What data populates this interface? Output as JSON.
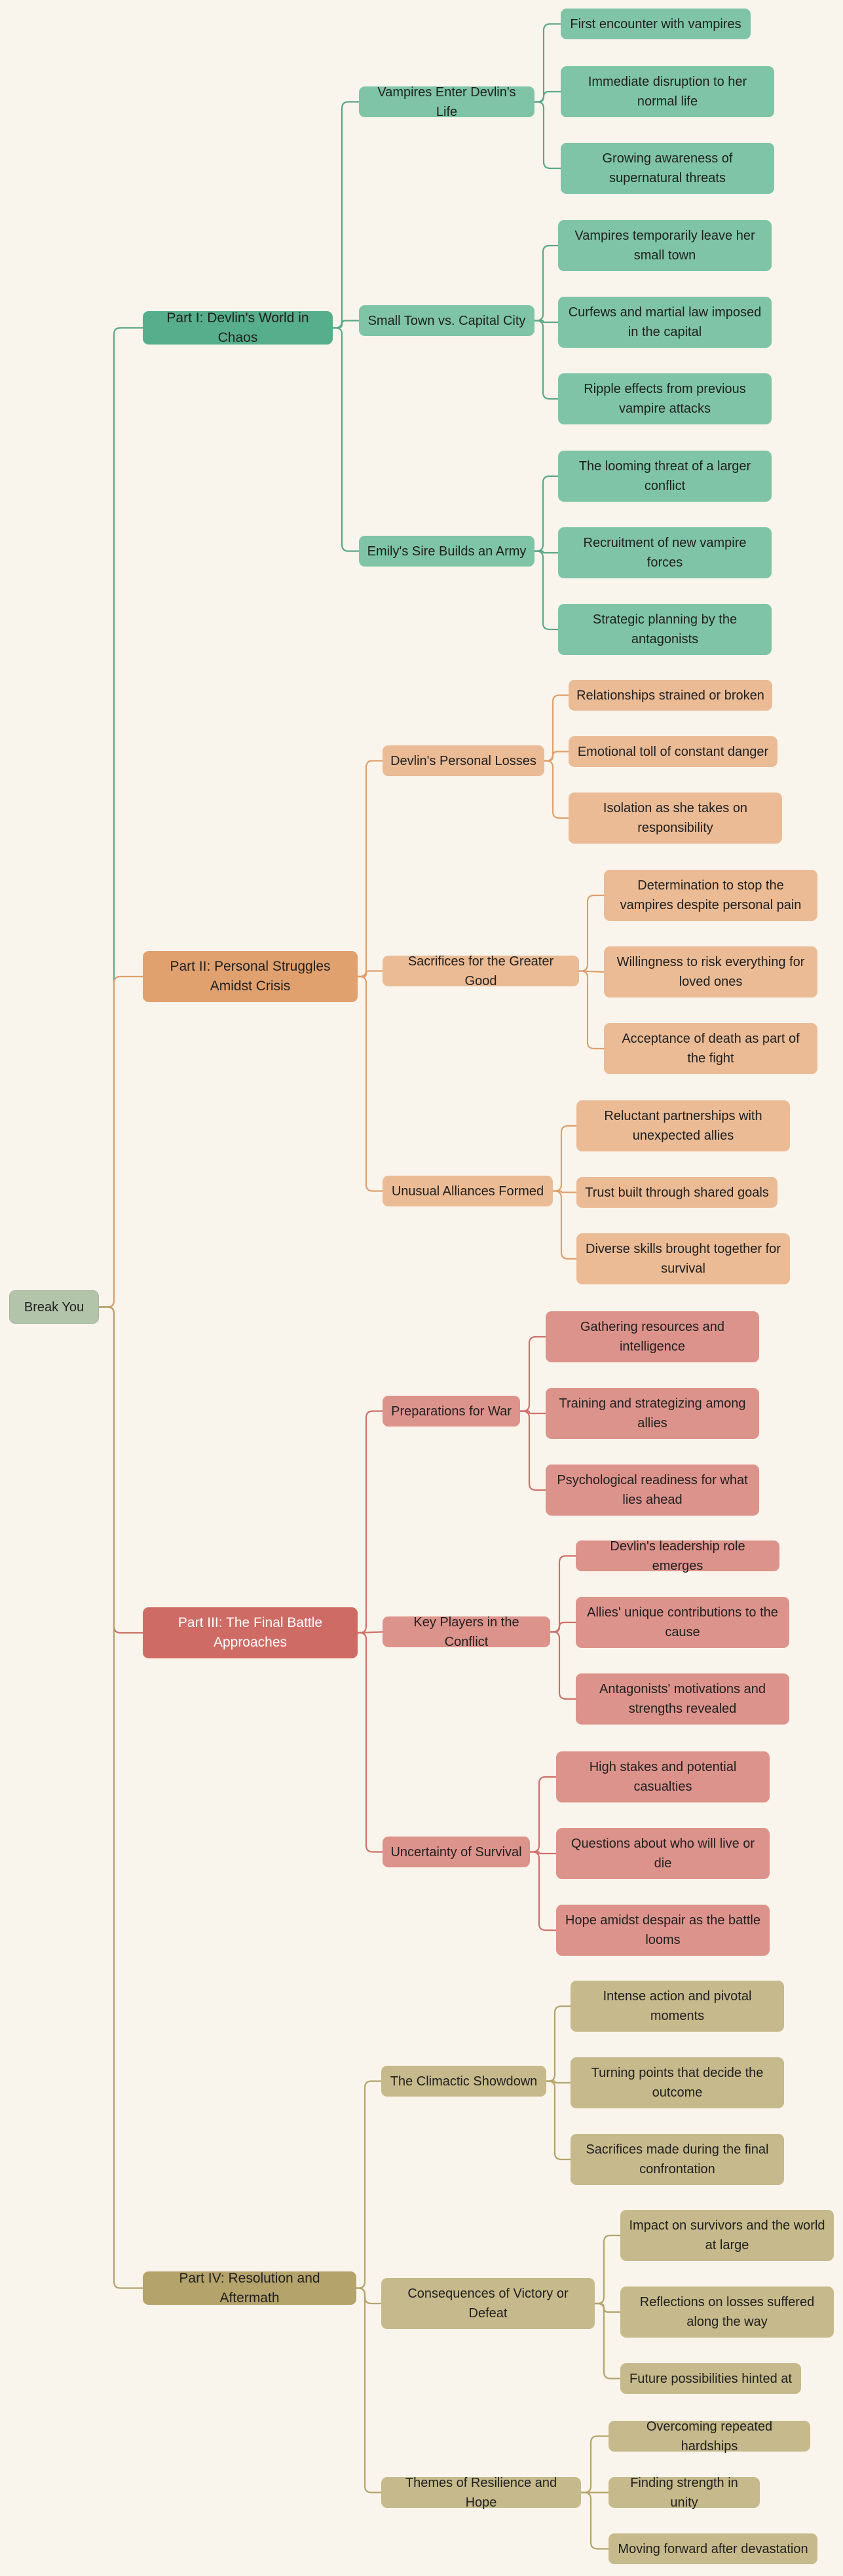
{
  "colors": {
    "background": "#faf5ec",
    "root": "#b2c4aa",
    "part1": {
      "main": "#57ae8c",
      "sub": "#7fc4a7",
      "line": "#5aa886"
    },
    "part2": {
      "main": "#e1a16f",
      "sub": "#eabb95",
      "line": "#dfa06b"
    },
    "part3": {
      "main": "#cf6b65",
      "sub": "#dc938c",
      "line": "#cf706a"
    },
    "part4": {
      "main": "#b5a36c",
      "sub": "#c6b98b",
      "line": "#b4a36c"
    }
  },
  "root": {
    "label": "Break You"
  },
  "parts": [
    {
      "label": "Part I: Devlin's World in Chaos",
      "topics": [
        {
          "label": "Vampires Enter Devlin's Life",
          "points": [
            "First encounter with vampires",
            "Immediate disruption to her normal life",
            "Growing awareness of supernatural threats"
          ]
        },
        {
          "label": "Small Town vs. Capital City",
          "points": [
            "Vampires temporarily leave her small town",
            "Curfews and martial law imposed in the capital",
            "Ripple effects from previous vampire attacks"
          ]
        },
        {
          "label": "Emily's Sire Builds an Army",
          "points": [
            "The looming threat of a larger conflict",
            "Recruitment of new vampire forces",
            "Strategic planning by the antagonists"
          ]
        }
      ]
    },
    {
      "label": "Part II: Personal Struggles Amidst Crisis",
      "topics": [
        {
          "label": "Devlin's Personal Losses",
          "points": [
            "Relationships strained or broken",
            "Emotional toll of constant danger",
            "Isolation as she takes on responsibility"
          ]
        },
        {
          "label": "Sacrifices for the Greater Good",
          "points": [
            "Determination to stop the vampires despite personal pain",
            "Willingness to risk everything for loved ones",
            "Acceptance of death as part of the fight"
          ]
        },
        {
          "label": "Unusual Alliances Formed",
          "points": [
            "Reluctant partnerships with unexpected allies",
            "Trust built through shared goals",
            "Diverse skills brought together for survival"
          ]
        }
      ]
    },
    {
      "label": "Part III: The Final Battle Approaches",
      "topics": [
        {
          "label": "Preparations for War",
          "points": [
            "Gathering resources and intelligence",
            "Training and strategizing among allies",
            "Psychological readiness for what lies ahead"
          ]
        },
        {
          "label": "Key Players in the Conflict",
          "points": [
            "Devlin's leadership role emerges",
            "Allies' unique contributions to the cause",
            "Antagonists' motivations and strengths revealed"
          ]
        },
        {
          "label": "Uncertainty of Survival",
          "points": [
            "High stakes and potential casualties",
            "Questions about who will live or die",
            "Hope amidst despair as the battle looms"
          ]
        }
      ]
    },
    {
      "label": "Part IV: Resolution and Aftermath",
      "topics": [
        {
          "label": "The Climactic Showdown",
          "points": [
            "Intense action and pivotal moments",
            "Turning points that decide the outcome",
            "Sacrifices made during the final confrontation"
          ]
        },
        {
          "label": "Consequences of Victory or Defeat",
          "points": [
            "Impact on survivors and the world at large",
            "Reflections on losses suffered along the way",
            "Future possibilities hinted at"
          ]
        },
        {
          "label": "Themes of Resilience and Hope",
          "points": [
            "Overcoming repeated hardships",
            "Finding strength in unity",
            "Moving forward after devastation"
          ]
        }
      ]
    }
  ]
}
